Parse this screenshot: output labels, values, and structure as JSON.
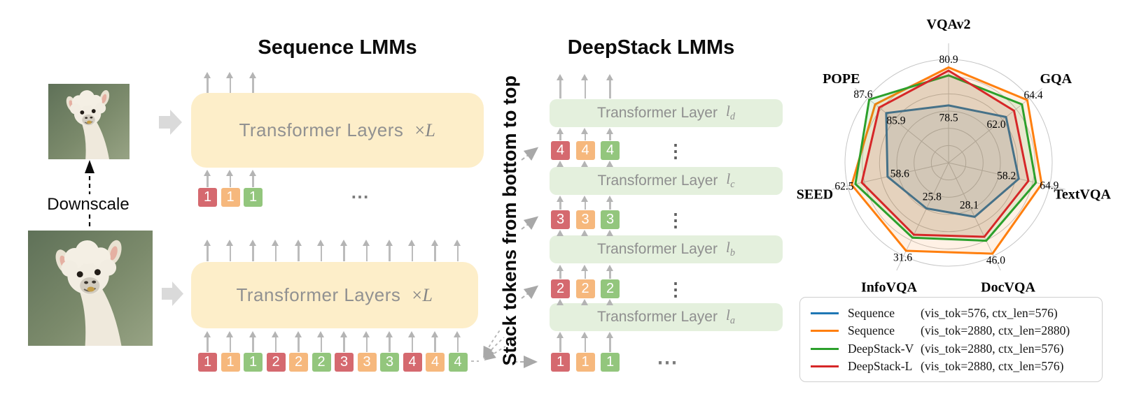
{
  "figure": {
    "left": {
      "downscale_label": "Downscale",
      "small_image_name": "alpaca-photo-downscaled",
      "large_image_name": "alpaca-photo-original"
    },
    "sequence": {
      "title": "Sequence LMMs",
      "block_label": "Transformer Layers",
      "block_suffix_times": "×",
      "block_suffix_var": "L",
      "top_tokens": [
        {
          "v": "1",
          "c": "red"
        },
        {
          "v": "1",
          "c": "orange"
        },
        {
          "v": "1",
          "c": "green"
        }
      ],
      "top_ellipsis": "⋯",
      "bottom_tokens": [
        {
          "v": "1",
          "c": "red"
        },
        {
          "v": "1",
          "c": "orange"
        },
        {
          "v": "1",
          "c": "green"
        },
        {
          "v": "2",
          "c": "red"
        },
        {
          "v": "2",
          "c": "orange"
        },
        {
          "v": "2",
          "c": "green"
        },
        {
          "v": "3",
          "c": "red"
        },
        {
          "v": "3",
          "c": "orange"
        },
        {
          "v": "3",
          "c": "green"
        },
        {
          "v": "4",
          "c": "red"
        },
        {
          "v": "4",
          "c": "orange"
        },
        {
          "v": "4",
          "c": "green"
        }
      ]
    },
    "deepstack": {
      "title": "DeepStack LMMs",
      "stack_note": "Stack tokens from bottom to top",
      "layer_label": "Transformer Layer",
      "layer_var": "l",
      "layers": [
        {
          "sub": "d",
          "dots": "⋮",
          "tokens": [
            {
              "v": "4",
              "c": "red"
            },
            {
              "v": "4",
              "c": "orange"
            },
            {
              "v": "4",
              "c": "green"
            }
          ]
        },
        {
          "sub": "c",
          "dots": "⋮",
          "tokens": [
            {
              "v": "3",
              "c": "red"
            },
            {
              "v": "3",
              "c": "orange"
            },
            {
              "v": "3",
              "c": "green"
            }
          ]
        },
        {
          "sub": "b",
          "dots": "⋮",
          "tokens": [
            {
              "v": "2",
              "c": "red"
            },
            {
              "v": "2",
              "c": "orange"
            },
            {
              "v": "2",
              "c": "green"
            }
          ]
        },
        {
          "sub": "a",
          "dots": "⋯",
          "tokens": [
            {
              "v": "1",
              "c": "red"
            },
            {
              "v": "1",
              "c": "orange"
            },
            {
              "v": "1",
              "c": "green"
            }
          ]
        }
      ]
    },
    "colors": {
      "red": "#d5696f",
      "orange": "#f6b87d",
      "green": "#93c67d",
      "seq_block": "#fdeec9",
      "ds_block": "#e4f0dd",
      "arrow": "#bcbcbc"
    }
  },
  "chart_data": {
    "type": "radar",
    "axes": [
      "VQAv2",
      "GQA",
      "TextVQA",
      "DocVQA",
      "InfoVQA",
      "SEED",
      "POPE"
    ],
    "axis_ranges": [
      [
        74.87,
        81.41
      ],
      [
        55.5,
        64.66
      ],
      [
        37.7,
        67.2
      ],
      [
        1.8,
        47.1
      ],
      [
        19.55,
        32.3
      ],
      [
        51.95,
        62.95
      ],
      [
        79.66,
        87.76
      ]
    ],
    "outer_value_labels": [
      "80.9",
      "64.4",
      "64.9",
      "46.0",
      "31.6",
      "62.5",
      "87.6"
    ],
    "inner_value_labels": [
      "78.5",
      "62.0",
      "58.2",
      "28.1",
      "25.8",
      "58.6",
      "85.9"
    ],
    "rings": 6,
    "grid": true,
    "legend_position": "bottom-right",
    "series": [
      {
        "name": "Sequence",
        "params": "(vis_tok=576, ctx_len=576)",
        "color": "#1f77b4",
        "values": [
          78.5,
          62.0,
          58.2,
          28.1,
          25.8,
          58.6,
          85.9
        ]
      },
      {
        "name": "Sequence",
        "params": "(vis_tok=2880, ctx_len=2880)",
        "color": "#ff7f0e",
        "values": [
          80.9,
          64.4,
          64.9,
          46.0,
          31.6,
          62.5,
          87.0
        ]
      },
      {
        "name": "DeepStack-V",
        "params": "(vis_tok=2880, ctx_len=576)",
        "color": "#2ca02c",
        "values": [
          80.4,
          63.8,
          63.2,
          39.7,
          29.8,
          62.1,
          87.6
        ]
      },
      {
        "name": "DeepStack-L",
        "params": "(vis_tok=2880, ctx_len=576)",
        "color": "#d62728",
        "values": [
          80.7,
          62.9,
          61.0,
          37.8,
          29.4,
          61.4,
          86.6
        ]
      }
    ]
  }
}
